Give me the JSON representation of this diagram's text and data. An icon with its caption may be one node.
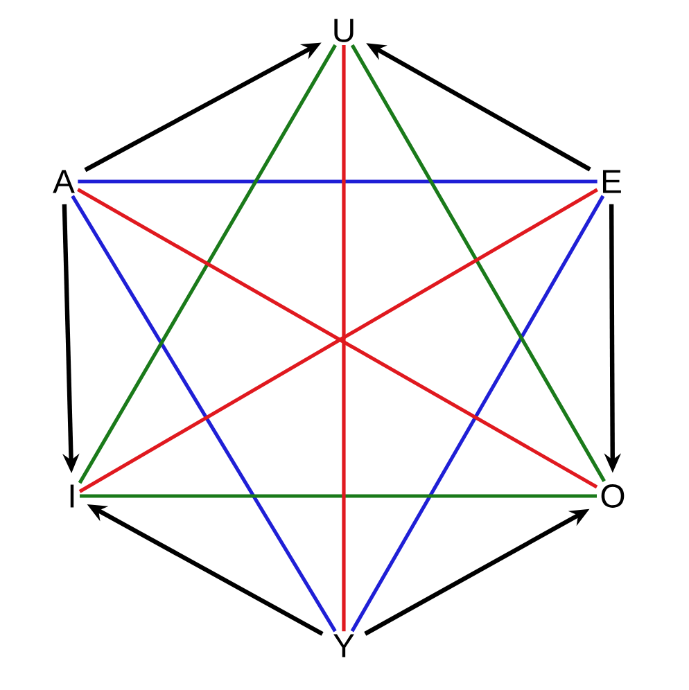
{
  "diagram": {
    "nodes": [
      {
        "text": [
          "U"
        ]
      },
      {
        "text": [
          "A"
        ]
      },
      {
        "text": [
          "E"
        ]
      },
      {
        "text": [
          "I"
        ]
      },
      {
        "text": [
          "O"
        ]
      },
      {
        "text": [
          "Y"
        ]
      }
    ],
    "edges": [
      {
        "from": 1,
        "to": 0,
        "arrow": "to"
      },
      {
        "from": 2,
        "to": 0,
        "arrow": "to"
      },
      {
        "from": 1,
        "to": 3,
        "arrow": "to"
      },
      {
        "from": 2,
        "to": 4,
        "arrow": "to"
      },
      {
        "from": 5,
        "to": 3,
        "arrow": "to"
      },
      {
        "from": 5,
        "to": 4,
        "arrow": "to"
      },
      {
        "from": 1,
        "to": 2,
        "arrow": "none",
        "color": "#1f1fd6"
      },
      {
        "from": 1,
        "to": 5,
        "arrow": "none",
        "color": "#1f1fd6"
      },
      {
        "from": 2,
        "to": 5,
        "arrow": "none",
        "color": "#1f1fd6"
      },
      {
        "from": 0,
        "to": 3,
        "arrow": "none",
        "color": "#1a7a1a"
      },
      {
        "from": 0,
        "to": 4,
        "arrow": "none",
        "color": "#1a7a1a"
      },
      {
        "from": 3,
        "to": 4,
        "arrow": "none",
        "color": "#1a7a1a"
      },
      {
        "from": 0,
        "to": 5,
        "arrow": "none",
        "color": "#e0191f"
      },
      {
        "from": 1,
        "to": 4,
        "arrow": "none",
        "color": "#e0191f"
      },
      {
        "from": 2,
        "to": 3,
        "arrow": "none",
        "color": "#e0191f"
      }
    ]
  }
}
